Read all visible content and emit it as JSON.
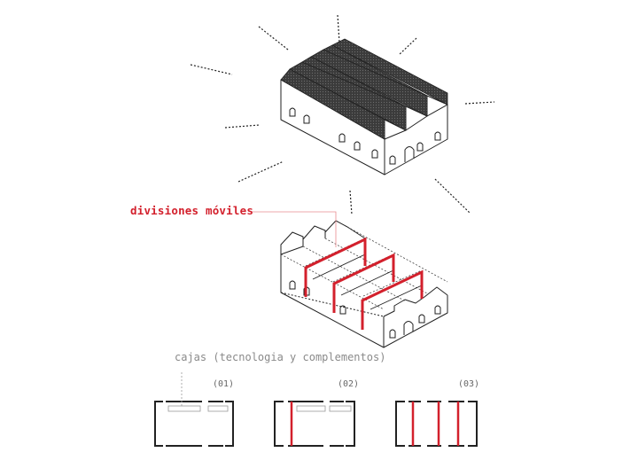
{
  "labels": {
    "movable_divisions": "divisiones móviles",
    "boxes": "cajas (tecnologia y complementos)",
    "variants": [
      "(01)",
      "(02)",
      "(03)"
    ]
  },
  "colors": {
    "accent": "#d3202c",
    "line": "#222222",
    "roof": "#3a3a3a",
    "leader": "#e88a90"
  }
}
